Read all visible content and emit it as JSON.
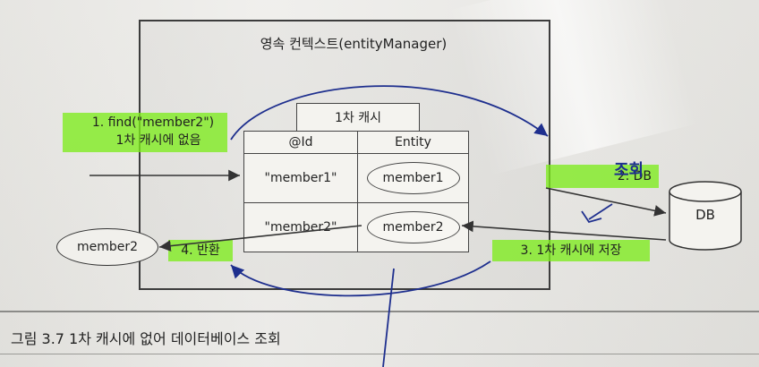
{
  "diagram": {
    "context_label": "영속 컨텍스트(entityManager)",
    "cache": {
      "title": "1차 캐시",
      "headers": [
        "@Id",
        "Entity"
      ],
      "rows": [
        {
          "id": "\"member1\"",
          "entity": "member1"
        },
        {
          "id": "\"member2\"",
          "entity": "member2"
        }
      ]
    },
    "db_label": "DB",
    "outside_entity": "member2",
    "steps": {
      "step1_line1": "1. find(\"member2\")",
      "step1_line2": "1차 캐시에 없음",
      "step2": "2. DB",
      "step3": "3. 1차 캐시에 저장",
      "step4": "4. 반환"
    },
    "handwritten_note": "조회"
  },
  "caption": "그림 3.7 1차 캐시에 없어 데이터베이스 조회",
  "colors": {
    "highlight": "#7dec1c",
    "pen": "#1e2f8e"
  }
}
